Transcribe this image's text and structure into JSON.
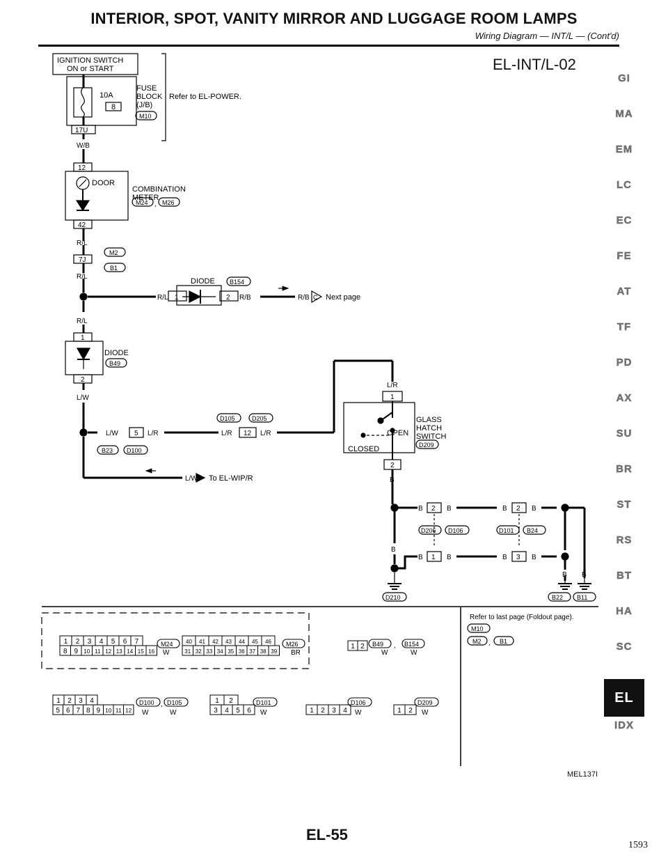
{
  "header": {
    "title": "INTERIOR, SPOT, VANITY MIRROR AND LUGGAGE ROOM LAMPS",
    "subtitle": "Wiring Diagram — INT/L — (Cont'd)",
    "diagram_code": "EL-INT/L-02"
  },
  "side_nav": {
    "items": [
      "GI",
      "MA",
      "EM",
      "LC",
      "EC",
      "FE",
      "AT",
      "TF",
      "PD",
      "AX",
      "SU",
      "BR",
      "ST",
      "RS",
      "BT",
      "HA",
      "SC",
      "EL",
      "IDX"
    ],
    "active": "EL"
  },
  "diagram": {
    "ignition_switch": [
      "IGNITION SWITCH",
      "ON or START"
    ],
    "fuse_amp": "10A",
    "fuse_no": "8",
    "fuse_block": [
      "FUSE",
      "BLOCK",
      "(J/B)"
    ],
    "fuse_conn": "M10",
    "refer_power": "Refer to EL-POWER.",
    "term_17u": "17U",
    "wire_wb": "W/B",
    "term_12": "12",
    "door_label": "DOOR",
    "combination_meter": [
      "COMBINATION",
      "METER"
    ],
    "meter_conn_1": "M24",
    "meter_conn_2": "M26",
    "comma": ",",
    "term_42": "42",
    "wire_rl": "R/L",
    "conn_m2": "M2",
    "term_7j": "7J",
    "conn_b1": "B1",
    "diode_label": "DIODE",
    "diode_conn": "B154",
    "term_1": "1",
    "term_2": "2",
    "wire_rb": "R/B",
    "jump_c": "C",
    "next_page": "Next page",
    "diode2_conn": "B49",
    "wire_lw": "L/W",
    "term_5": "5",
    "wire_lr": "L/R",
    "conn_b23": "B23",
    "conn_d100": "D100",
    "conn_d105": "D105",
    "conn_d205": "D205",
    "to_elwip": "To EL-WIP/R",
    "glass_hatch_switch": [
      "GLASS",
      "HATCH",
      "SWITCH"
    ],
    "open": "OPEN",
    "closed": "CLOSED",
    "conn_d209": "D209",
    "wire_b": "B",
    "term_3": "3",
    "conn_d206": "D206",
    "conn_d106": "D106",
    "conn_d101": "D101",
    "conn_b24": "B24",
    "conn_d210": "D210",
    "conn_b22": "B22",
    "conn_b11": "B11",
    "refer_last_page": "Refer to last page (Foldout page).",
    "color_w": "W",
    "color_br": "BR"
  },
  "connectors": {
    "m24_top": [
      "1",
      "2",
      "3",
      "4",
      "5",
      "6",
      "7"
    ],
    "m24_bot": [
      "8",
      "9",
      "10",
      "11",
      "12",
      "13",
      "14",
      "15",
      "16"
    ],
    "m26_top": [
      "40",
      "41",
      "42",
      "43",
      "44",
      "45",
      "46"
    ],
    "m26_bot": [
      "31",
      "32",
      "33",
      "34",
      "35",
      "36",
      "37",
      "38",
      "39"
    ],
    "d100_top": [
      "1",
      "2",
      "3",
      "4"
    ],
    "d100_bot": [
      "5",
      "6",
      "7",
      "8",
      "9",
      "10",
      "11",
      "12"
    ],
    "d101_top": [
      "1",
      "2"
    ],
    "d101_bot": [
      "3",
      "4",
      "5",
      "6"
    ],
    "d106": [
      "1",
      "2",
      "3",
      "4"
    ],
    "b49": [
      "1",
      "2"
    ],
    "d209": [
      "1",
      "2"
    ]
  },
  "footer": {
    "code": "MEL137I",
    "page": "EL-55",
    "sheet": "1593"
  }
}
